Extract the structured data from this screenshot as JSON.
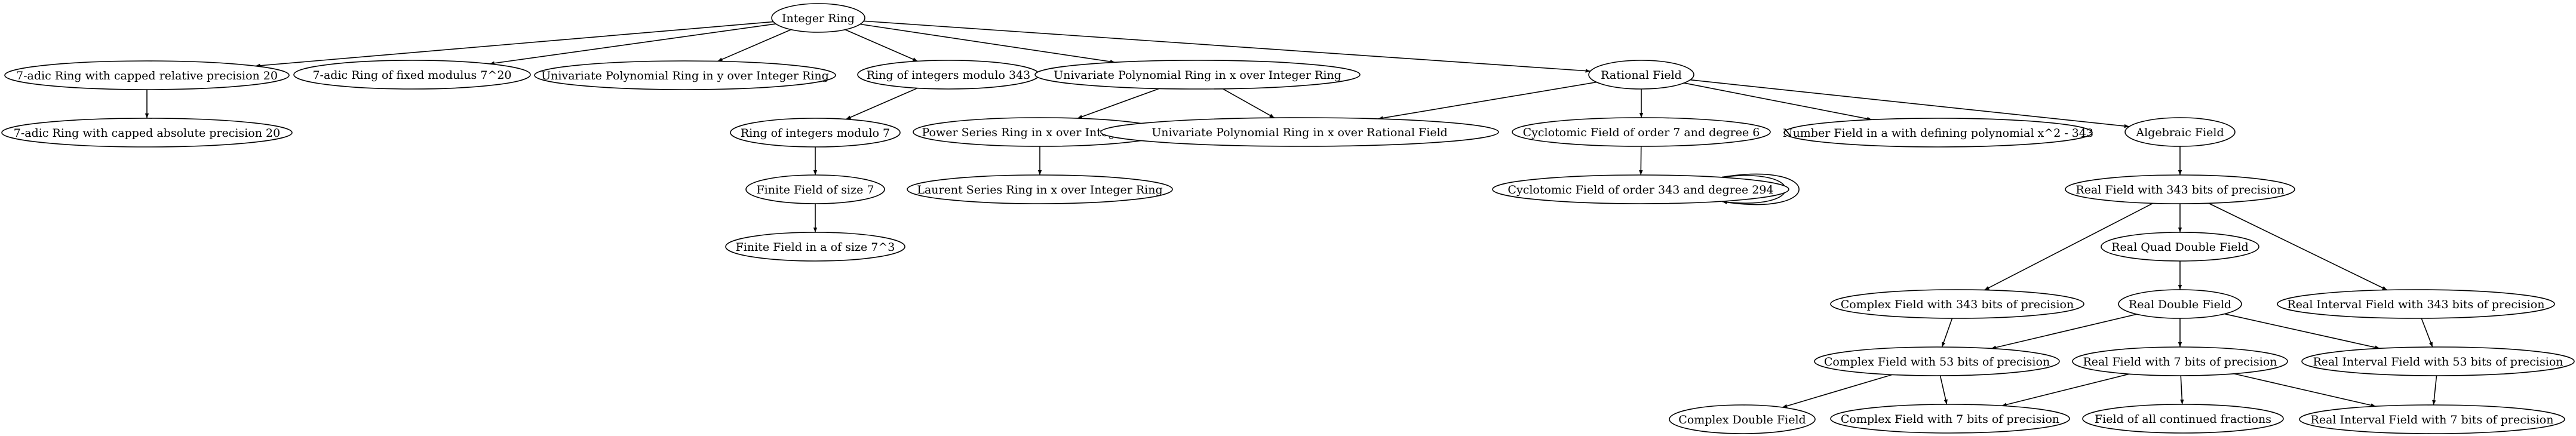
{
  "diagram": {
    "type": "directed-graph",
    "title": "Coercion graph of parents",
    "nodes": [
      {
        "id": "ZZ",
        "label": "Integer Ring"
      },
      {
        "id": "Zp_rel",
        "label": "7-adic Ring with capped relative precision 20"
      },
      {
        "id": "Zp_fix",
        "label": "7-adic Ring of fixed modulus 7^20"
      },
      {
        "id": "ZZy",
        "label": "Univariate Polynomial Ring in y over Integer Ring"
      },
      {
        "id": "Zmod343",
        "label": "Ring of integers modulo 343"
      },
      {
        "id": "ZZx",
        "label": "Univariate Polynomial Ring in x over Integer Ring"
      },
      {
        "id": "QQ",
        "label": "Rational Field"
      },
      {
        "id": "Zp_abs",
        "label": "7-adic Ring with capped absolute precision 20"
      },
      {
        "id": "Zmod7",
        "label": "Ring of integers modulo 7"
      },
      {
        "id": "ZZpow",
        "label": "Power Series Ring in x over Integer Ring"
      },
      {
        "id": "QQx",
        "label": "Univariate Polynomial Ring in x over Rational Field"
      },
      {
        "id": "Cyc7",
        "label": "Cyclotomic Field of order 7 and degree 6"
      },
      {
        "id": "NF",
        "label": "Number Field in a with defining polynomial x^2 - 343"
      },
      {
        "id": "QQbar",
        "label": "Algebraic Field"
      },
      {
        "id": "GF7",
        "label": "Finite Field of size 7"
      },
      {
        "id": "ZZlau",
        "label": "Laurent Series Ring in x over Integer Ring"
      },
      {
        "id": "Cyc343",
        "label": "Cyclotomic Field of order 343 and degree 294"
      },
      {
        "id": "RR343",
        "label": "Real Field with 343 bits of precision"
      },
      {
        "id": "GF343",
        "label": "Finite Field in a of size 7^3"
      },
      {
        "id": "RQDF",
        "label": "Real Quad Double Field"
      },
      {
        "id": "CC343",
        "label": "Complex Field with 343 bits of precision"
      },
      {
        "id": "RDF",
        "label": "Real Double Field"
      },
      {
        "id": "RIF343",
        "label": "Real Interval Field with 343 bits of precision"
      },
      {
        "id": "CC53",
        "label": "Complex Field with 53 bits of precision"
      },
      {
        "id": "RR7",
        "label": "Real Field with 7 bits of precision"
      },
      {
        "id": "RIF53",
        "label": "Real Interval Field with 53 bits of precision"
      },
      {
        "id": "CDF",
        "label": "Complex Double Field"
      },
      {
        "id": "CC7",
        "label": "Complex Field with 7 bits of precision"
      },
      {
        "id": "CFF",
        "label": "Field of all continued fractions"
      },
      {
        "id": "RIF7",
        "label": "Real Interval Field with 7 bits of precision"
      }
    ],
    "edges": [
      {
        "from": "ZZ",
        "to": "Zp_rel"
      },
      {
        "from": "ZZ",
        "to": "Zp_fix"
      },
      {
        "from": "ZZ",
        "to": "ZZy"
      },
      {
        "from": "ZZ",
        "to": "Zmod343"
      },
      {
        "from": "ZZ",
        "to": "ZZx"
      },
      {
        "from": "ZZ",
        "to": "QQ"
      },
      {
        "from": "Zp_rel",
        "to": "Zp_abs"
      },
      {
        "from": "Zmod343",
        "to": "Zmod7"
      },
      {
        "from": "ZZx",
        "to": "ZZpow"
      },
      {
        "from": "ZZx",
        "to": "QQx"
      },
      {
        "from": "QQ",
        "to": "QQx"
      },
      {
        "from": "QQ",
        "to": "Cyc7"
      },
      {
        "from": "QQ",
        "to": "NF"
      },
      {
        "from": "QQ",
        "to": "QQbar"
      },
      {
        "from": "Zmod7",
        "to": "GF7"
      },
      {
        "from": "ZZpow",
        "to": "ZZlau"
      },
      {
        "from": "Cyc7",
        "to": "Cyc343"
      },
      {
        "from": "Cyc343",
        "to": "Cyc343",
        "loop": 1
      },
      {
        "from": "Cyc343",
        "to": "Cyc343",
        "loop": 2
      },
      {
        "from": "QQbar",
        "to": "RR343"
      },
      {
        "from": "GF7",
        "to": "GF343"
      },
      {
        "from": "RR343",
        "to": "CC343"
      },
      {
        "from": "RR343",
        "to": "RQDF"
      },
      {
        "from": "RR343",
        "to": "RIF343"
      },
      {
        "from": "RQDF",
        "to": "RDF"
      },
      {
        "from": "CC343",
        "to": "CC53"
      },
      {
        "from": "RDF",
        "to": "CC53"
      },
      {
        "from": "RDF",
        "to": "RR7"
      },
      {
        "from": "RDF",
        "to": "RIF53"
      },
      {
        "from": "RIF343",
        "to": "RIF53"
      },
      {
        "from": "CC53",
        "to": "CDF"
      },
      {
        "from": "CC53",
        "to": "CC7"
      },
      {
        "from": "RR7",
        "to": "CC7"
      },
      {
        "from": "RR7",
        "to": "CFF"
      },
      {
        "from": "RR7",
        "to": "RIF7"
      },
      {
        "from": "RIF53",
        "to": "RIF7"
      }
    ]
  }
}
